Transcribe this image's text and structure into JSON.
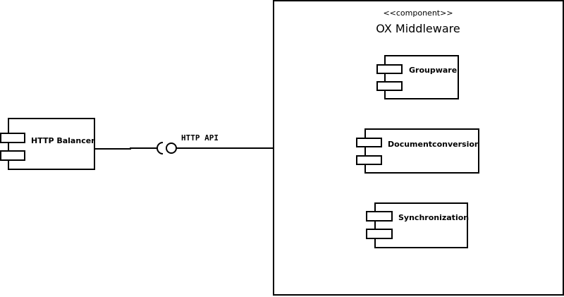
{
  "container": {
    "stereotype": "<<component>>",
    "title": "OX Middleware"
  },
  "components": {
    "balancer": "HTTP Balancer",
    "groupware": "Groupware",
    "documentconversion": "Documentconversion",
    "synchronization": "Synchronization"
  },
  "interface": {
    "label": "HTTP API"
  }
}
